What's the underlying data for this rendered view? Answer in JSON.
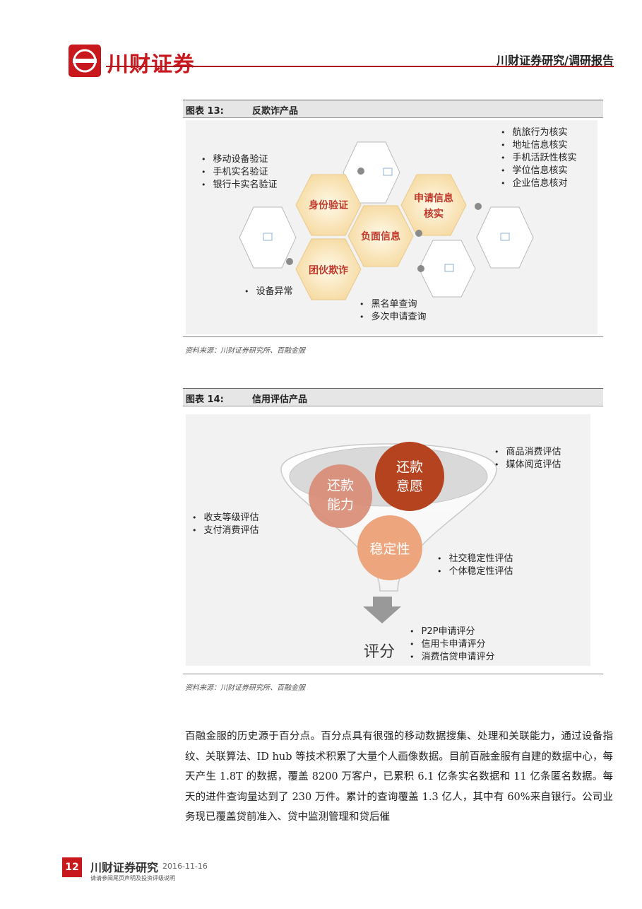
{
  "header": {
    "logo_text": "川财证券",
    "right_title": "川财证券研究/调研报告"
  },
  "figure13": {
    "num": "图表 13:",
    "title": "反欺诈产品",
    "hexes": {
      "identity": "身份验证",
      "apply_line1": "申请信息",
      "apply_line2": "核实",
      "negative": "负面信息",
      "fraud": "团伙欺诈"
    },
    "bullets_identity": [
      "移动设备验证",
      "手机实名验证",
      "银行卡实名验证"
    ],
    "bullets_apply": [
      "航旅行为核实",
      "地址信息核实",
      "手机活跃性核实",
      "学位信息核实",
      "企业信息核对"
    ],
    "bullets_fraud": [
      "设备异常"
    ],
    "bullets_negative": [
      "黑名单查询",
      "多次申请查询"
    ],
    "source": "资料来源：川财证券研究所、百融金服"
  },
  "figure14": {
    "num": "图表 14:",
    "title": "信用评估产品",
    "circles": {
      "ability_line1": "还款",
      "ability_line2": "能力",
      "willing_line1": "还款",
      "willing_line2": "意愿",
      "stability": "稳定性"
    },
    "bullets_willing": [
      "商品消费评估",
      "媒体阅览评估"
    ],
    "bullets_ability": [
      "收支等级评估",
      "支付消费评估"
    ],
    "bullets_stability": [
      "社交稳定性评估",
      "个体稳定性评估"
    ],
    "score_label": "评分",
    "bullets_score": [
      "P2P申请评分",
      "信用卡申请评分",
      "消费信贷申请评分"
    ],
    "source": "资料来源：川财证券研究所、百融金服",
    "colors": {
      "willing": "#b5431f",
      "ability": "#d98c76",
      "stability": "#eda57d"
    }
  },
  "body": {
    "paragraph": "百融金服的历史源于百分点。百分点具有很强的移动数据搜集、处理和关联能力，通过设备指纹、关联算法、ID hub 等技术积累了大量个人画像数据。目前百融金服有自建的数据中心，每天产生 1.8T 的数据，覆盖 8200 万客户，已累积 6.1 亿条实名数据和 11 亿条匿名数据。每天的进件查询量达到了 230 万件。累计的查询覆盖 1.3 亿人，其中有 60%来自银行。公司业务现已覆盖贷前准入、贷中监测管理和贷后催"
  },
  "footer": {
    "page_number": "12",
    "name": "川财证券研究",
    "date": "2016-11-16",
    "note": "请请参阅尾页声明及投资评级说明"
  }
}
